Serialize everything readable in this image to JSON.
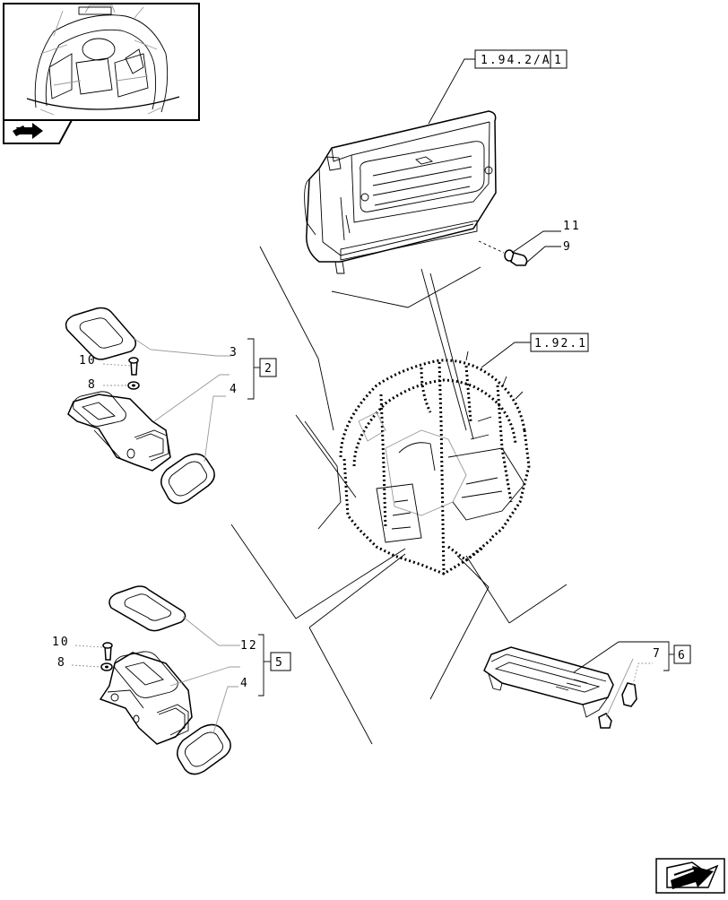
{
  "references": {
    "top_panel": "1.94.2/A",
    "top_panel_group": "1",
    "cab_frame": "1.92.1"
  },
  "callouts": {
    "item_11": "11",
    "item_9": "9",
    "item_3": "3",
    "item_10_upper": "10",
    "item_8_upper": "8",
    "item_4_upper": "4",
    "group_2": "2",
    "item_10_lower": "10",
    "item_8_lower": "8",
    "item_12": "12",
    "item_4_lower": "4",
    "group_5": "5",
    "item_7": "7",
    "group_6": "6"
  },
  "icons": {
    "thumbnail": "tractor-cab-interior-thumbnail",
    "thumbnail_nav": "folder-arrow-icon",
    "navigation": "next-page-arrow-icon"
  }
}
